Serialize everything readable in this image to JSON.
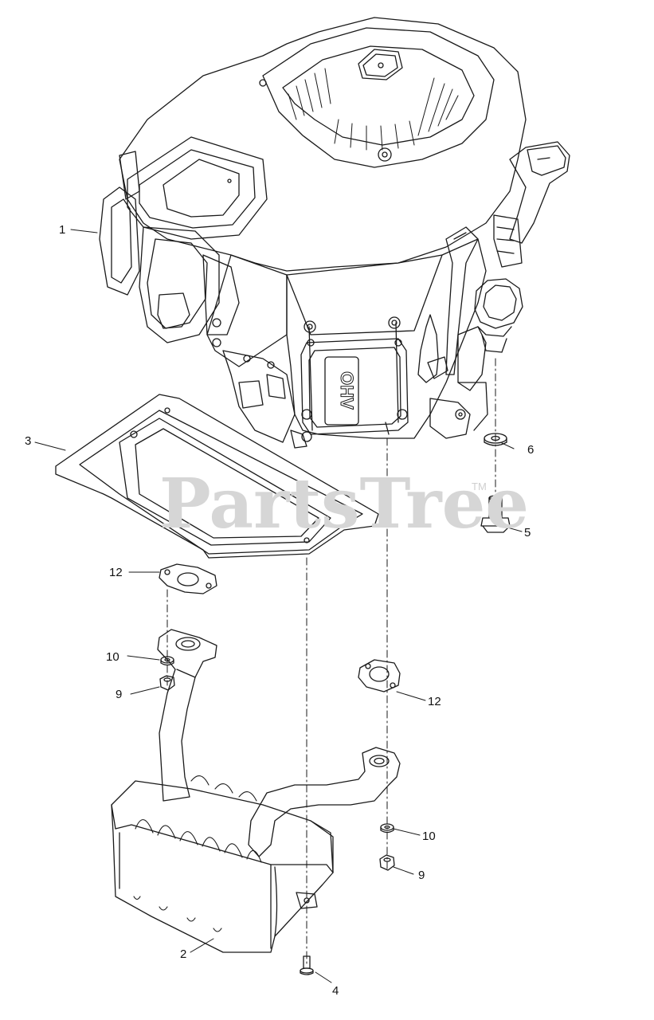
{
  "watermark": {
    "text": "PartsTree",
    "trademark": "TM"
  },
  "callouts": [
    {
      "id": "c1",
      "text": "1"
    },
    {
      "id": "c2",
      "text": "2"
    },
    {
      "id": "c3",
      "text": "3"
    },
    {
      "id": "c4",
      "text": "4"
    },
    {
      "id": "c5",
      "text": "5"
    },
    {
      "id": "c6",
      "text": "6"
    },
    {
      "id": "c9a",
      "text": "9"
    },
    {
      "id": "c9b",
      "text": "9"
    },
    {
      "id": "c10a",
      "text": "10"
    },
    {
      "id": "c10b",
      "text": "10"
    },
    {
      "id": "c12a",
      "text": "12"
    },
    {
      "id": "c12b",
      "text": "12"
    }
  ],
  "engine_badge": "OHV",
  "colors": {
    "line": "#1a1a1a",
    "watermark": "#d6d6d6",
    "background": "#ffffff"
  }
}
